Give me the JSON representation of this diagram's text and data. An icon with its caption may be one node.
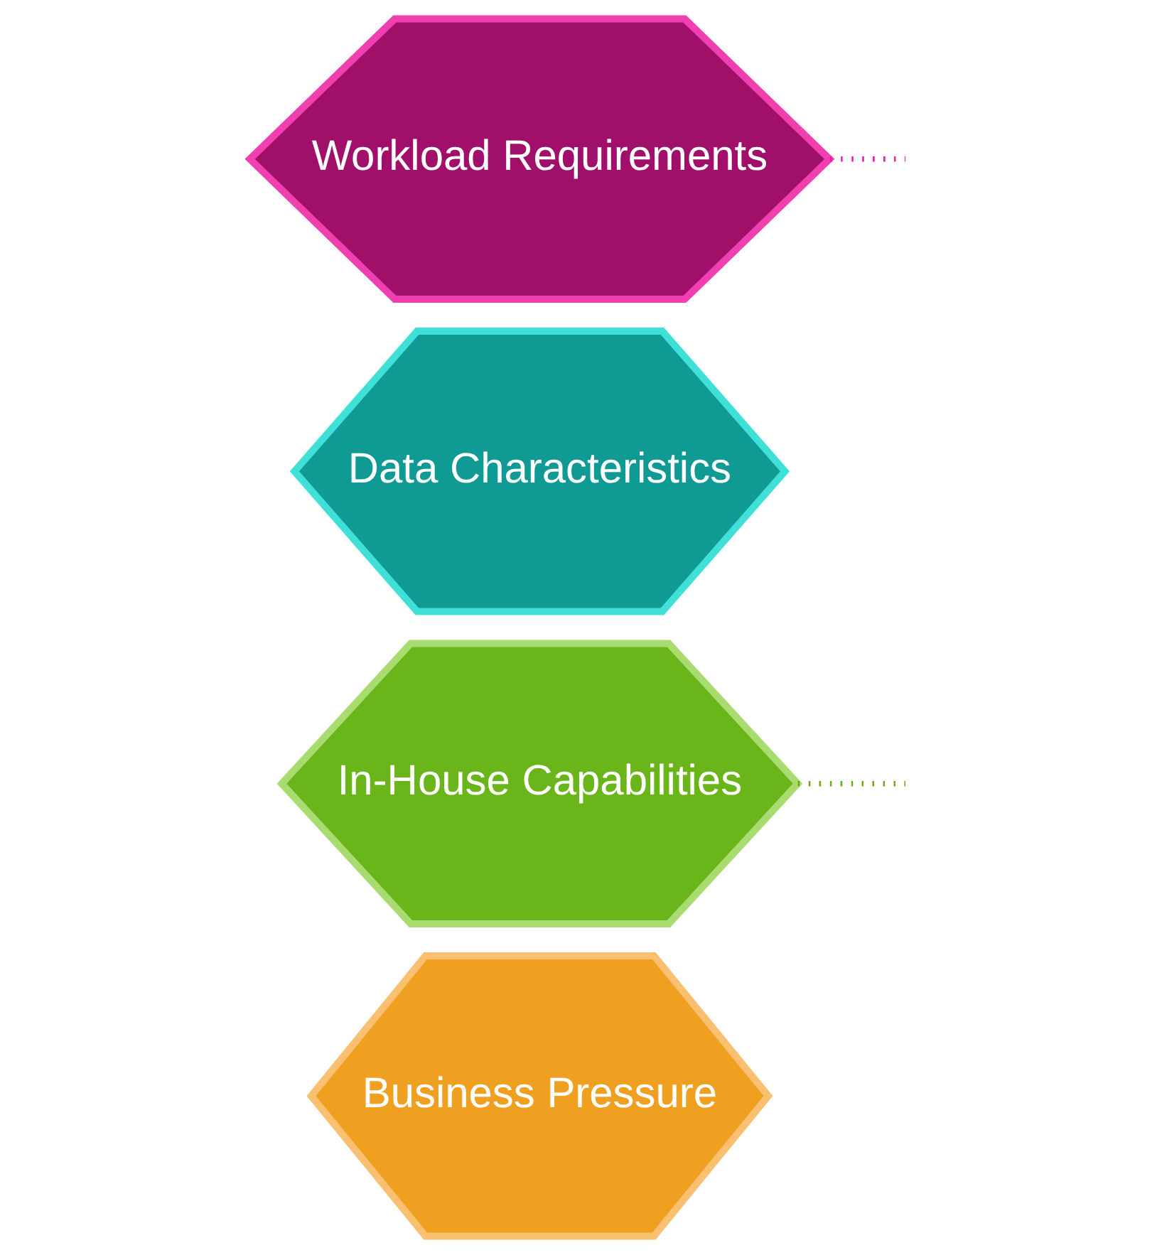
{
  "diagram": {
    "nodes": [
      {
        "text": [
          "Business Pressure"
        ]
      },
      {
        "text": [
          "In-House Capabilities"
        ]
      },
      {
        "text": [
          "Data Characteristics"
        ]
      },
      {
        "text": [
          "Workload Requirements"
        ]
      }
    ],
    "edges": [
      {
        "from": 1,
        "to": null,
        "arrow": "none",
        "style": "dashed",
        "color": "#6aaa1a"
      },
      {
        "from": 3,
        "to": null,
        "arrow": "none",
        "style": "dashed",
        "color": "#e81ea0"
      }
    ]
  }
}
